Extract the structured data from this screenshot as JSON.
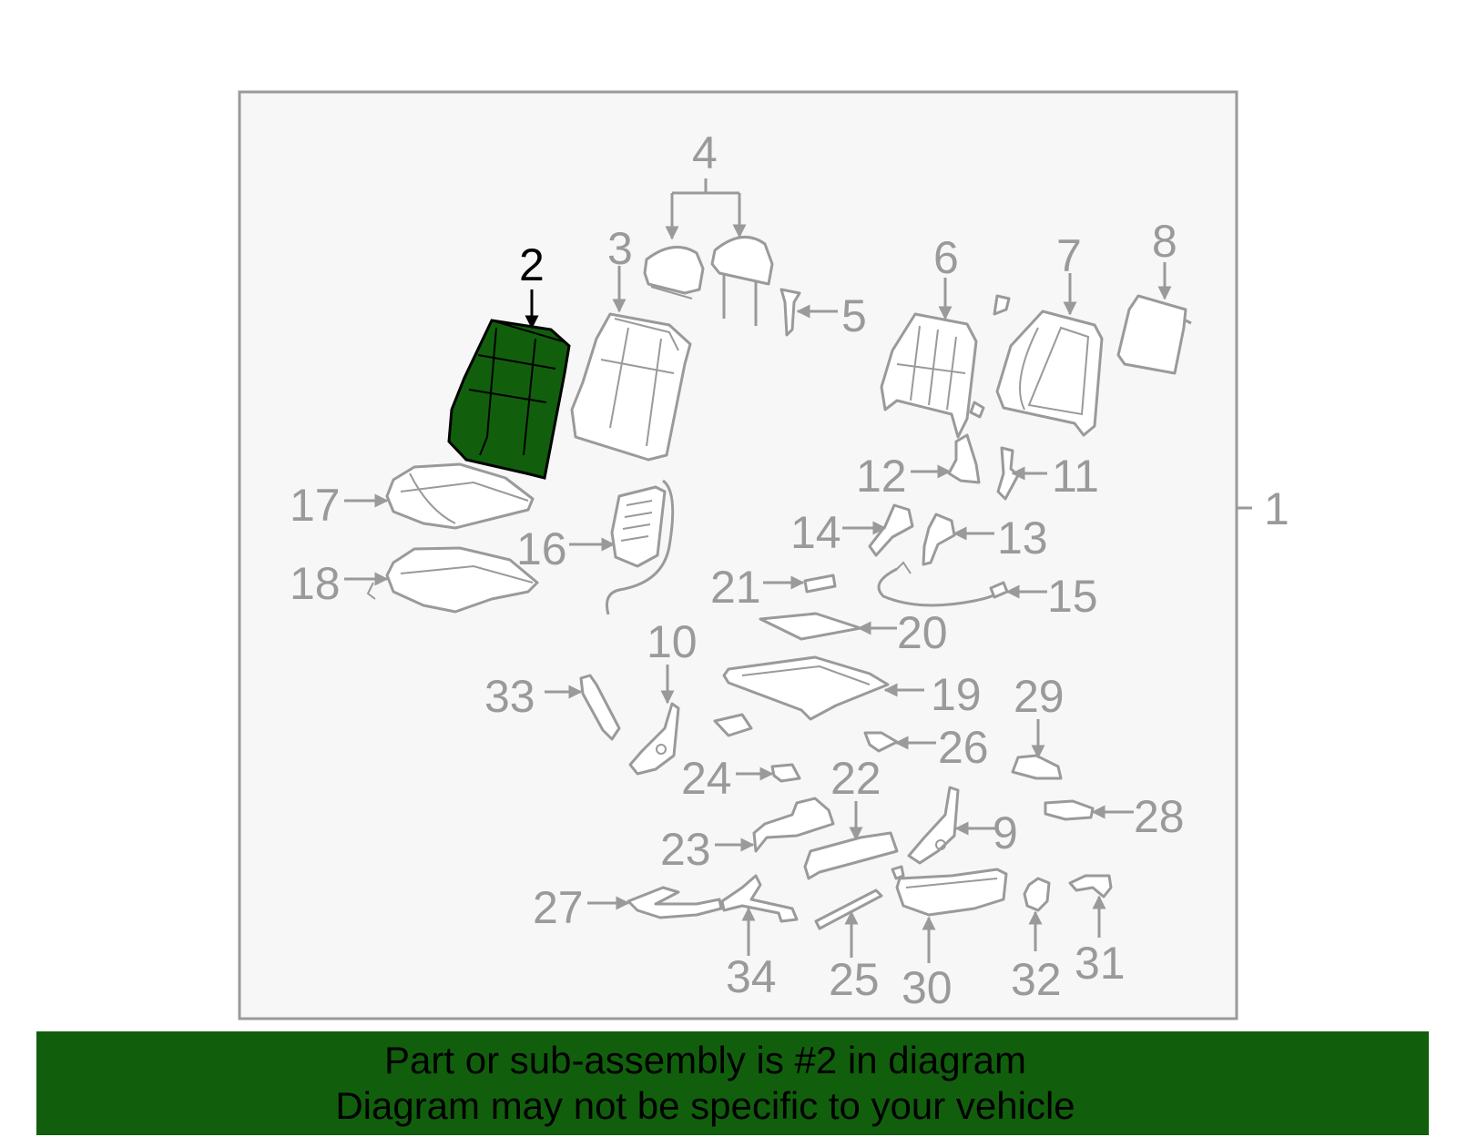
{
  "diagram": {
    "highlight_color": "#115f0d",
    "highlighted_part": "2",
    "assembly_label": "1",
    "callouts": [
      "2",
      "3",
      "4",
      "5",
      "6",
      "7",
      "8",
      "9",
      "10",
      "11",
      "12",
      "13",
      "14",
      "15",
      "16",
      "17",
      "18",
      "19",
      "20",
      "21",
      "22",
      "23",
      "24",
      "25",
      "26",
      "27",
      "28",
      "29",
      "30",
      "31",
      "32",
      "33",
      "34"
    ]
  },
  "footer": {
    "background": "#115f0d",
    "line1": "Part or sub-assembly is #2 in diagram",
    "line2": "Diagram may not be specific to your vehicle"
  }
}
